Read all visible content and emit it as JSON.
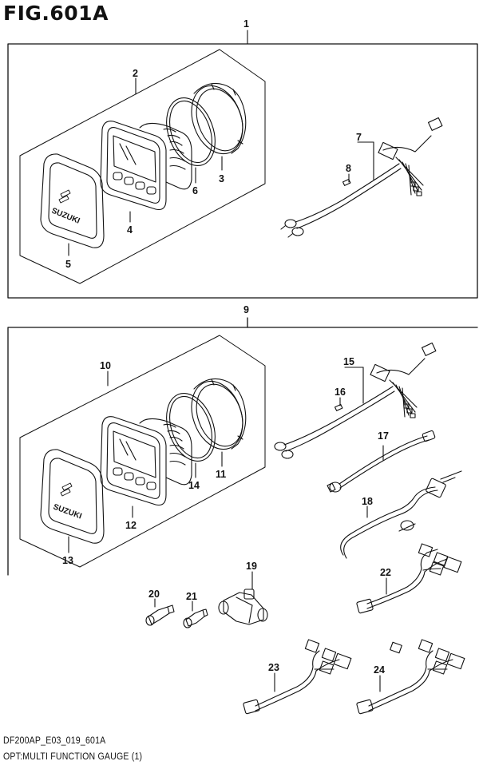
{
  "figure": {
    "title": "FIG.601A",
    "code": "DF200AP_E03_019_601A",
    "description": "OPT:MULTI FUNCTION GAUGE (1)"
  },
  "callouts": {
    "c1": "1",
    "c2": "2",
    "c3": "3",
    "c4": "4",
    "c5": "5",
    "c6": "6",
    "c7": "7",
    "c8": "8",
    "c9": "9",
    "c10": "10",
    "c11": "11",
    "c12": "12",
    "c13": "13",
    "c14": "14",
    "c15": "15",
    "c16": "16",
    "c17": "17",
    "c18": "18",
    "c19": "19",
    "c20": "20",
    "c21": "21",
    "c22": "22",
    "c23": "23",
    "c24": "24"
  },
  "labels": {
    "brand": "SUZUKI"
  }
}
